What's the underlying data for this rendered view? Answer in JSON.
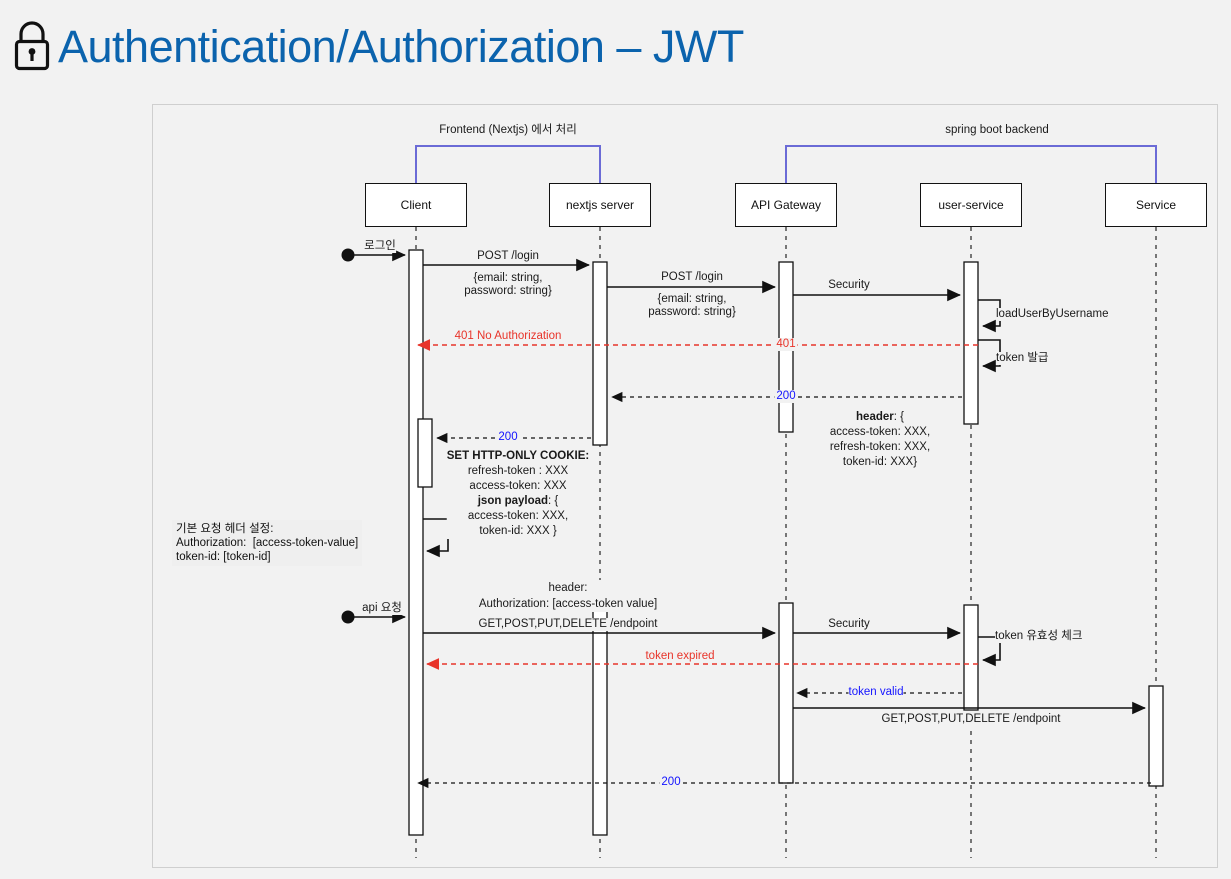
{
  "header": {
    "title": "Authentication/Authorization – JWT",
    "icon": "lock-icon",
    "title_color": "#0b63ad"
  },
  "colors": {
    "background": "#f2f2f2",
    "group_bracket": "#6b6bd6",
    "error": "#e8342a",
    "info": "#1414ff",
    "line": "#1a1a1a",
    "box_fill": "#ffffff"
  },
  "diagram": {
    "type": "sequence-diagram",
    "groups": [
      {
        "label": "Frontend (Nextjs) 에서 처리",
        "covers": [
          "Client",
          "nextjs server"
        ]
      },
      {
        "label": "spring boot backend",
        "covers": [
          "API Gateway",
          "user-service",
          "Service"
        ]
      }
    ],
    "participants": [
      {
        "id": "client",
        "label": "Client"
      },
      {
        "id": "nextjs",
        "label": "nextjs server"
      },
      {
        "id": "gateway",
        "label": "API Gateway"
      },
      {
        "id": "usersvc",
        "label": "user-service"
      },
      {
        "id": "service",
        "label": "Service"
      }
    ],
    "actors": [
      {
        "label": "로그인",
        "target": "client"
      },
      {
        "label": "api 요청",
        "target": "client"
      }
    ],
    "messages": [
      {
        "from": "client",
        "to": "nextjs",
        "label": "POST /login",
        "style": "solid",
        "kind": "request"
      },
      {
        "from": "client",
        "to": "nextjs",
        "label": "{email: string,\npassword: string}",
        "style": "caption",
        "kind": "payload"
      },
      {
        "from": "nextjs",
        "to": "gateway",
        "label": "POST /login",
        "style": "solid",
        "kind": "request"
      },
      {
        "from": "nextjs",
        "to": "gateway",
        "label": "{email: string,\npassword: string}",
        "style": "caption",
        "kind": "payload"
      },
      {
        "from": "gateway",
        "to": "usersvc",
        "label": "Security",
        "style": "solid",
        "kind": "request"
      },
      {
        "from": "usersvc",
        "to": "usersvc",
        "label": "loadUserByUsername",
        "style": "self",
        "kind": "self-call"
      },
      {
        "from": "gateway",
        "to": "client",
        "label": "401 No Authorization",
        "style": "dashed",
        "kind": "error",
        "gateway_label": "401"
      },
      {
        "from": "usersvc",
        "to": "usersvc",
        "label": "token 발급",
        "style": "self",
        "kind": "self-call"
      },
      {
        "from": "usersvc",
        "to": "nextjs",
        "label": "200",
        "style": "dashed",
        "kind": "response"
      },
      {
        "from": "usersvc",
        "to": "nextjs",
        "label": "header: {\naccess-token: XXX,\nrefresh-token: XXX,\ntoken-id: XXX}",
        "style": "caption",
        "kind": "payload"
      },
      {
        "from": "nextjs",
        "to": "client",
        "label": "200",
        "style": "dashed",
        "kind": "response"
      },
      {
        "from": "nextjs",
        "to": "client",
        "label": "SET HTTP-ONLY COOKIE:\nrefresh-token : XXX\naccess-token: XXX\njson payload: {\naccess-token: XXX,\ntoken-id: XXX }",
        "style": "caption",
        "kind": "payload"
      },
      {
        "from": "client",
        "to": "gateway",
        "label": "GET,POST,PUT,DELETE /endpoint",
        "style": "solid",
        "kind": "request"
      },
      {
        "from": "client",
        "to": "gateway",
        "label": "header:\nAuthorization: [access-token value]",
        "style": "caption",
        "kind": "payload"
      },
      {
        "from": "gateway",
        "to": "usersvc",
        "label": "Security",
        "style": "solid",
        "kind": "request"
      },
      {
        "from": "usersvc",
        "to": "usersvc",
        "label": "token 유효성 체크",
        "style": "self",
        "kind": "self-call"
      },
      {
        "from": "usersvc",
        "to": "client",
        "label": "token expired",
        "style": "dashed",
        "kind": "error"
      },
      {
        "from": "usersvc",
        "to": "gateway",
        "label": "token valid",
        "style": "dashed",
        "kind": "response"
      },
      {
        "from": "gateway",
        "to": "service",
        "label": "GET,POST,PUT,DELETE /endpoint",
        "style": "solid",
        "kind": "request"
      },
      {
        "from": "service",
        "to": "client",
        "label": "200",
        "style": "dashed",
        "kind": "response"
      }
    ],
    "notes": [
      {
        "id": "default-header-note",
        "text": "기본 요청 헤더 설정:\nAuthorization:  [access-token-value]\ntoken-id: [token-id]",
        "attached_to": "client"
      }
    ],
    "standalone_labels": {
      "header_block_1": "header: {",
      "set_cookie": "SET HTTP-ONLY COOKIE:",
      "json_payload": "json payload: {",
      "header_block_2": "header:"
    }
  }
}
